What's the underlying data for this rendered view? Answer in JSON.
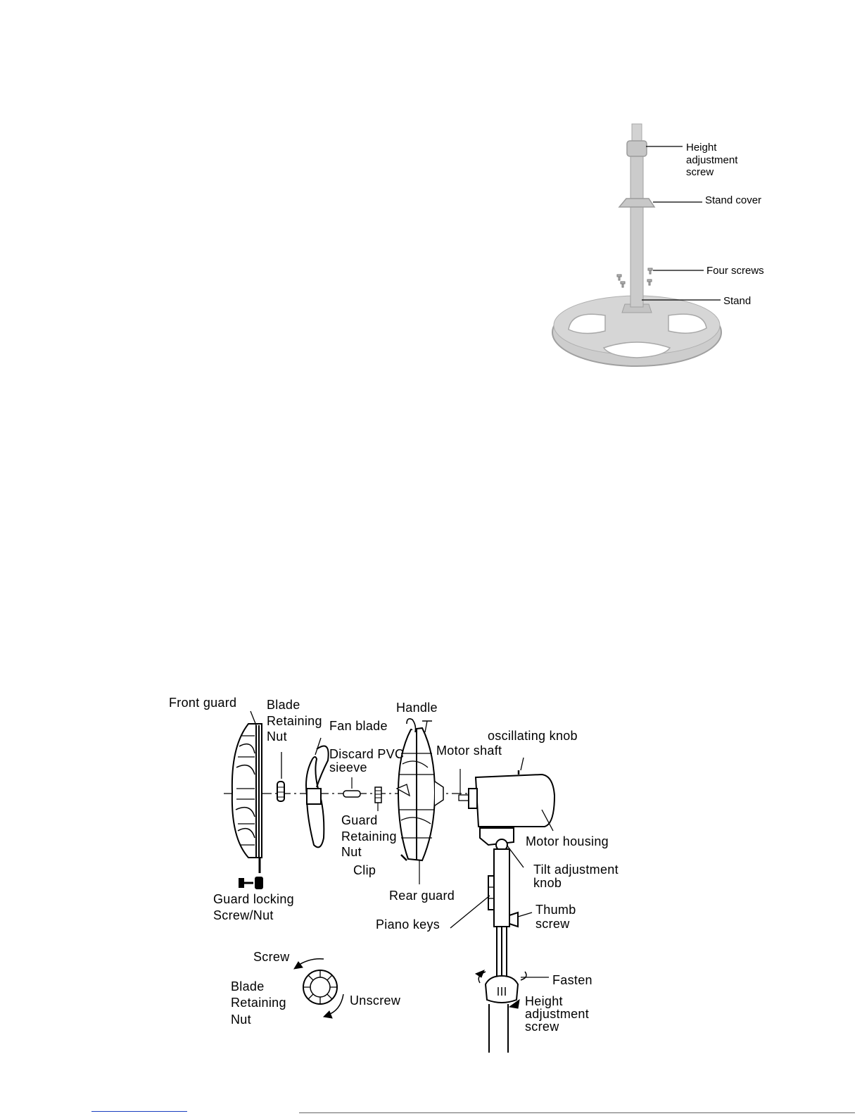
{
  "stand_diagram": {
    "labels": {
      "height_adjustment_screw": "Height\nadjustment\nscrew",
      "stand_cover": "Stand cover",
      "four_screws": "Four screws",
      "stand": "Stand"
    }
  },
  "assembly_diagram": {
    "labels": {
      "front_guard": "Front guard",
      "blade_retaining_nut": "Blade\nRetaining\nNut",
      "fan_blade": "Fan blade",
      "discard_pvc_sleeve": "Discard PVC\nsieeve",
      "handle": "Handle",
      "oscillating_knob": "oscillating knob",
      "motor_shaft": "Motor shaft",
      "guard_retaining_nut": "Guard\nRetaining\nNut",
      "clip": "Clip",
      "motor_housing": "Motor housing",
      "tilt_adjustment_knob": "Tilt adjustment\nknob",
      "guard_locking_screw_nut": "Guard locking\nScrew/Nut",
      "rear_guard": "Rear guard",
      "piano_keys": "Piano keys",
      "thumb_screw": "Thumb\nscrew",
      "screw": "Screw",
      "blade_retaining_nut_2": "Blade\nRetaining\nNut",
      "unscrew": "Unscrew",
      "fasten": "Fasten",
      "height_adjustment_screw": "Height\nadjustment\nscrew"
    }
  },
  "colors": {
    "stand_fill": "#cfcfcf",
    "stand_stroke": "#9a9a9a",
    "line": "#000000",
    "footer_link": "#1a3fbf"
  }
}
